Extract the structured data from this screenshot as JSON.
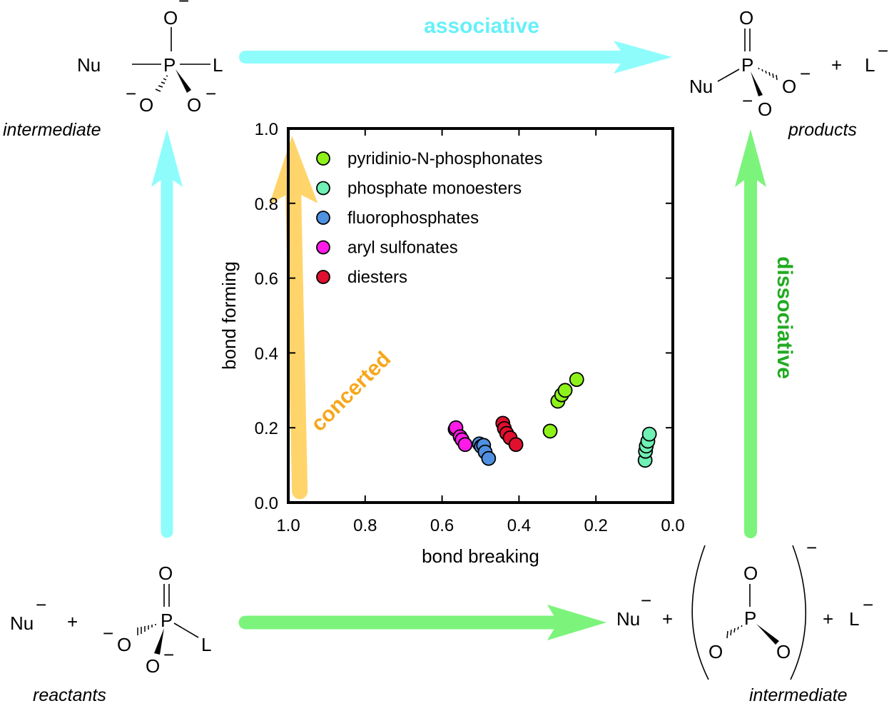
{
  "states": {
    "top_left": {
      "caption": "intermediate",
      "atoms": {
        "nu": "Nu",
        "p": "P",
        "l": "L",
        "o_top": "O",
        "o_left": "O",
        "o_right": "O",
        "charge": "−"
      }
    },
    "top_right": {
      "caption": "products",
      "atoms": {
        "nu": "Nu",
        "p": "P",
        "o_top": "O",
        "o_right": "O",
        "o_bottom": "O",
        "plus": "+",
        "leaving": "L",
        "charge": "−"
      }
    },
    "bottom_left": {
      "caption": "reactants",
      "atoms": {
        "nu": "Nu",
        "plus": "+",
        "p": "P",
        "l": "L",
        "o_top": "O",
        "o_left": "O",
        "o_bottom": "O",
        "charge": "−"
      }
    },
    "bottom_right": {
      "caption": "intermediate",
      "atoms": {
        "nu": "Nu",
        "plus1": "+",
        "p": "P",
        "o_top": "O",
        "o_left": "O",
        "o_right": "O",
        "plus2": "+",
        "leaving": "L",
        "charge": "−"
      }
    }
  },
  "pathways": {
    "associative": {
      "label": "associative",
      "color": "#8ffcfc",
      "text_color": "#66f0f8"
    },
    "dissociative": {
      "label": "dissociative",
      "color": "#7cf47c",
      "text_color": "#22aa22"
    },
    "concerted": {
      "label": "concerted",
      "color": "#ffd46a",
      "text_color": "#f7a61a"
    }
  },
  "chart_data": {
    "type": "scatter",
    "title": "",
    "xlabel": "bond breaking",
    "ylabel": "bond forming",
    "xlim": [
      1.0,
      0.0
    ],
    "ylim": [
      0.0,
      1.0
    ],
    "x_reversed": true,
    "xticks": [
      "1.0",
      "0.8",
      "0.6",
      "0.4",
      "0.2",
      "0.0"
    ],
    "yticks": [
      "0.0",
      "0.2",
      "0.4",
      "0.6",
      "0.8",
      "1.0"
    ],
    "xtick_values": [
      1.0,
      0.8,
      0.6,
      0.4,
      0.2,
      0.0
    ],
    "ytick_values": [
      0.0,
      0.2,
      0.4,
      0.6,
      0.8,
      1.0
    ],
    "grid": false,
    "legend_position": "top-left",
    "series": [
      {
        "name": "pyridinio-N-phosphonates",
        "color": "#8ef21a",
        "points": [
          [
            0.319,
            0.191
          ],
          [
            0.299,
            0.271
          ],
          [
            0.289,
            0.288
          ],
          [
            0.28,
            0.3
          ],
          [
            0.25,
            0.329
          ]
        ]
      },
      {
        "name": "phosphate monoesters",
        "color": "#6ff0b4",
        "points": [
          [
            0.072,
            0.113
          ],
          [
            0.071,
            0.137
          ],
          [
            0.069,
            0.151
          ],
          [
            0.065,
            0.164
          ],
          [
            0.061,
            0.183
          ]
        ]
      },
      {
        "name": "fluorophosphates",
        "color": "#5090e0",
        "points": [
          [
            0.503,
            0.157
          ],
          [
            0.498,
            0.15
          ],
          [
            0.492,
            0.153
          ],
          [
            0.488,
            0.135
          ],
          [
            0.479,
            0.118
          ]
        ]
      },
      {
        "name": "aryl sulfonates",
        "color": "#ff1ae8",
        "points": [
          [
            0.566,
            0.196
          ],
          [
            0.564,
            0.2
          ],
          [
            0.553,
            0.176
          ],
          [
            0.548,
            0.168
          ],
          [
            0.54,
            0.155
          ]
        ]
      },
      {
        "name": "diesters",
        "color": "#e0102e",
        "points": [
          [
            0.442,
            0.212
          ],
          [
            0.438,
            0.198
          ],
          [
            0.432,
            0.185
          ],
          [
            0.423,
            0.173
          ],
          [
            0.408,
            0.155
          ]
        ]
      }
    ],
    "annotations": [
      {
        "text": "concerted",
        "type": "arrow",
        "from": [
          0.97,
          0.03
        ],
        "to": [
          0.99,
          0.98
        ],
        "note": "diagonal arrow from lower-left to upper-right"
      }
    ]
  }
}
